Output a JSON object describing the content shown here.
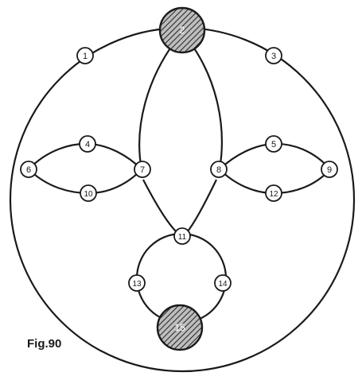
{
  "figure": {
    "caption": "Fig.90",
    "nodes": [
      {
        "id": "n1",
        "label": "1",
        "highlighted": false
      },
      {
        "id": "n2",
        "label": "2",
        "highlighted": true
      },
      {
        "id": "n3",
        "label": "3",
        "highlighted": false
      },
      {
        "id": "n4",
        "label": "4",
        "highlighted": false
      },
      {
        "id": "n5",
        "label": "5",
        "highlighted": false
      },
      {
        "id": "n6",
        "label": "6",
        "highlighted": false
      },
      {
        "id": "n7",
        "label": "7",
        "highlighted": false
      },
      {
        "id": "n8",
        "label": "8",
        "highlighted": false
      },
      {
        "id": "n9",
        "label": "9",
        "highlighted": false
      },
      {
        "id": "n10",
        "label": "10",
        "highlighted": false
      },
      {
        "id": "n11",
        "label": "11",
        "highlighted": false
      },
      {
        "id": "n12",
        "label": "12",
        "highlighted": false
      },
      {
        "id": "n13",
        "label": "13",
        "highlighted": false
      },
      {
        "id": "n14",
        "label": "14",
        "highlighted": false
      },
      {
        "id": "n15",
        "label": "15",
        "highlighted": true
      }
    ],
    "colors": {
      "line": "#1a1a1a",
      "node_fill": "#ffffff",
      "highlight_fill": "#9a9a9a"
    }
  }
}
